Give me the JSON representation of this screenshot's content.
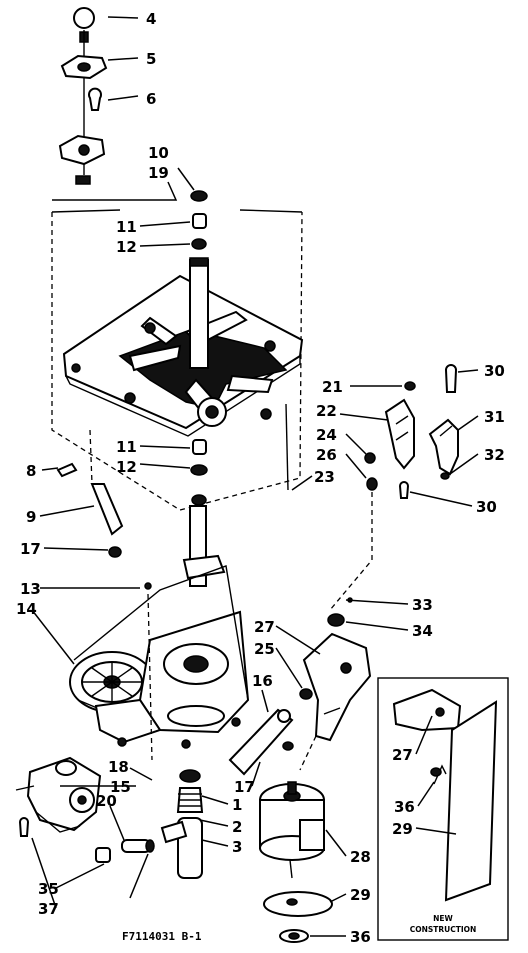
{
  "figure_id": "F7114031 B-1",
  "inset": {
    "line1": "NEW",
    "line2": "CONSTRUCTION"
  },
  "callouts": [
    {
      "id": "c4",
      "label": "4"
    },
    {
      "id": "c5",
      "label": "5"
    },
    {
      "id": "c6",
      "label": "6"
    },
    {
      "id": "c10",
      "label": "10"
    },
    {
      "id": "c19",
      "label": "19"
    },
    {
      "id": "c11a",
      "label": "11"
    },
    {
      "id": "c12a",
      "label": "12"
    },
    {
      "id": "c11b",
      "label": "11"
    },
    {
      "id": "c12b",
      "label": "12"
    },
    {
      "id": "c23",
      "label": "23"
    },
    {
      "id": "c21",
      "label": "21"
    },
    {
      "id": "c22",
      "label": "22"
    },
    {
      "id": "c24",
      "label": "24"
    },
    {
      "id": "c26",
      "label": "26"
    },
    {
      "id": "c30a",
      "label": "30"
    },
    {
      "id": "c31",
      "label": "31"
    },
    {
      "id": "c32",
      "label": "32"
    },
    {
      "id": "c30b",
      "label": "30"
    },
    {
      "id": "c8",
      "label": "8"
    },
    {
      "id": "c9",
      "label": "9"
    },
    {
      "id": "c17a",
      "label": "17"
    },
    {
      "id": "c13",
      "label": "13"
    },
    {
      "id": "c14",
      "label": "14"
    },
    {
      "id": "c33",
      "label": "33"
    },
    {
      "id": "c34",
      "label": "34"
    },
    {
      "id": "c27a",
      "label": "27"
    },
    {
      "id": "c25",
      "label": "25"
    },
    {
      "id": "c16",
      "label": "16"
    },
    {
      "id": "c18",
      "label": "18"
    },
    {
      "id": "c15",
      "label": "15"
    },
    {
      "id": "c17b",
      "label": "17"
    },
    {
      "id": "c1",
      "label": "1"
    },
    {
      "id": "c2",
      "label": "2"
    },
    {
      "id": "c3",
      "label": "3"
    },
    {
      "id": "c20",
      "label": "20"
    },
    {
      "id": "c28",
      "label": "28"
    },
    {
      "id": "c35",
      "label": "35"
    },
    {
      "id": "c37",
      "label": "37"
    },
    {
      "id": "c29a",
      "label": "29"
    },
    {
      "id": "c36a",
      "label": "36"
    },
    {
      "id": "c27b",
      "label": "27"
    },
    {
      "id": "c36b",
      "label": "36"
    },
    {
      "id": "c29b",
      "label": "29"
    }
  ]
}
